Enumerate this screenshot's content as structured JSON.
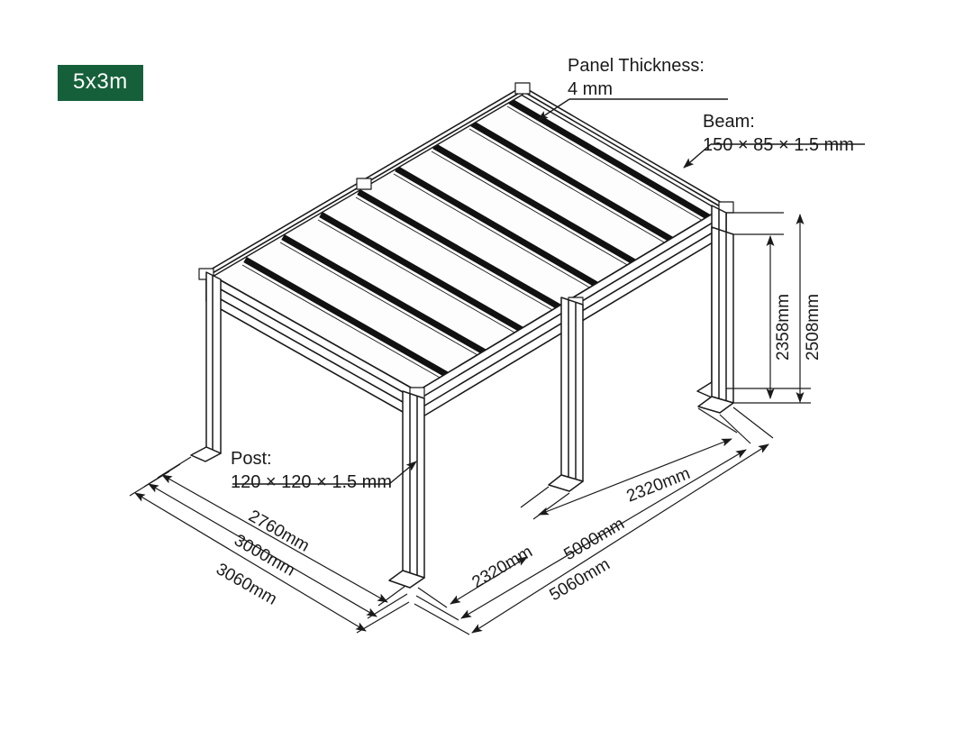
{
  "badge": {
    "label": "5x3m"
  },
  "annotations": {
    "panel": {
      "line1": "Panel Thickness:",
      "line2": "4 mm"
    },
    "beam": {
      "line1": "Beam:",
      "line2": "150 × 85 × 1.5 mm"
    },
    "post": {
      "line1": "Post:",
      "line2": "120 × 120 × 1.5 mm"
    }
  },
  "dimensions": {
    "height_inner": "2358mm",
    "height_outer": "2508mm",
    "depth_inner": "2760mm",
    "depth_mid": "3000mm",
    "depth_outer": "3060mm",
    "width_bay_left": "2320mm",
    "width_bay_right": "2320mm",
    "width_mid": "5000mm",
    "width_outer": "5060mm"
  },
  "colors": {
    "badge_bg": "#15603a",
    "badge_text": "#ffffff",
    "line": "#1a1a1a",
    "rafter": "#111111",
    "background": "#ffffff"
  }
}
